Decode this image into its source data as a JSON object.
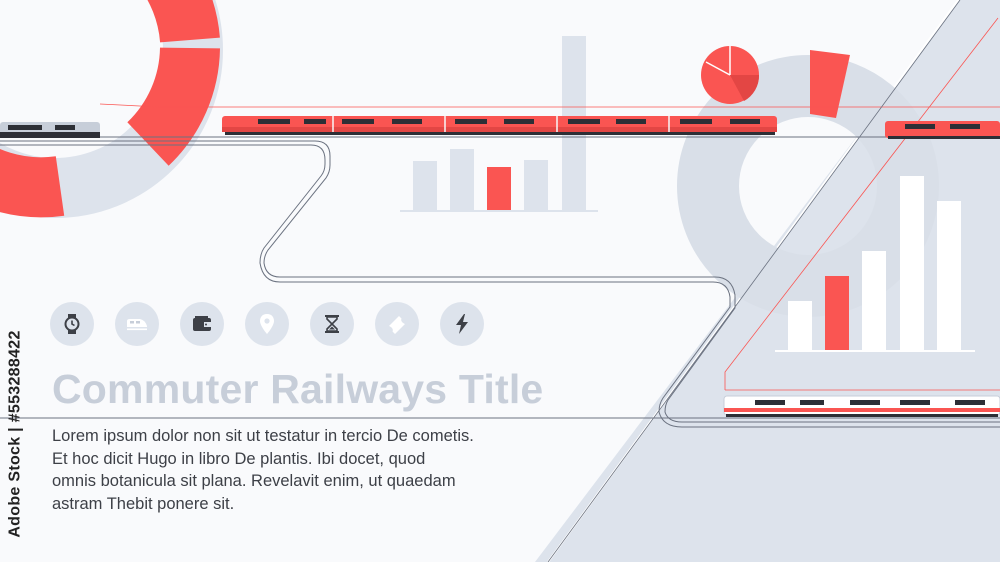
{
  "title": "Commuter Railways Title",
  "body_lines": [
    "Lorem ipsum dolor non sit ut testatur in tercio De cometis.",
    "Et hoc dicit Hugo in libro De plantis. Ibi docet, quod",
    "omnis botanicula sit plana. Revelavit enim, ut quaedam",
    "astram Thebit ponere sit."
  ],
  "watermark": "Adobe Stock | #553288422",
  "icons": [
    "watch-icon",
    "train-icon",
    "wallet-icon",
    "map-pin-icon",
    "hourglass-icon",
    "ticket-icon",
    "lightning-icon"
  ],
  "colors": {
    "accent_red": "#fa5552",
    "light_gray": "#dde3ec",
    "title_gray": "#c7ced9",
    "text_dark": "#3d4047",
    "track": "#6b7280"
  }
}
